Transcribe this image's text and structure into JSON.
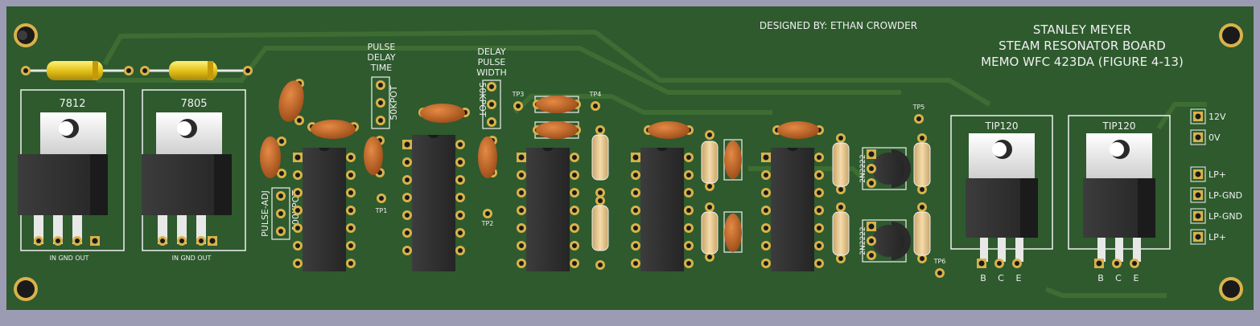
{
  "board": {
    "title_lines": [
      "STANLEY MEYER",
      "STEAM RESONATOR BOARD",
      "MEMO WFC 423DA (FIGURE 4-13)"
    ],
    "designer": "DESIGNED BY: ETHAN CROWDER",
    "colors": {
      "pcb": "#2e5a2e",
      "background": "#9b9bb4",
      "silk": "#f0f0f0",
      "copper": "#d9b24a",
      "capacitor": "#c8692a",
      "resistor": "#e8c98c",
      "ic": "#2b2b2b"
    }
  },
  "regulators": [
    {
      "label": "7812",
      "pins": "IN  GND OUT"
    },
    {
      "label": "7805",
      "pins": "IN  GND OUT"
    }
  ],
  "transistors": [
    {
      "label": "TIP120",
      "pins": [
        "B",
        "C",
        "E"
      ]
    },
    {
      "label": "TIP120",
      "pins": [
        "B",
        "C",
        "E"
      ]
    }
  ],
  "pots": {
    "pulse_delay_caption": [
      "PULSE",
      "DELAY",
      "TIME"
    ],
    "pulse_delay_value": "50KPOT",
    "delay_width_caption": [
      "DELAY",
      "PULSE",
      "WIDTH"
    ],
    "delay_width_value": "50KPOT",
    "pulse_adj_caption": "PULSE-ADJ",
    "pulse_adj_value": "100KPOT"
  },
  "test_points": [
    "TP1",
    "TP2",
    "TP3",
    "TP4",
    "TP5",
    "TP6"
  ],
  "small_transistors": [
    "2N2222",
    "2N2222"
  ],
  "connectors": [
    "12V",
    "0V",
    "LP+",
    "LP-GND",
    "LP-GND",
    "LP+"
  ]
}
